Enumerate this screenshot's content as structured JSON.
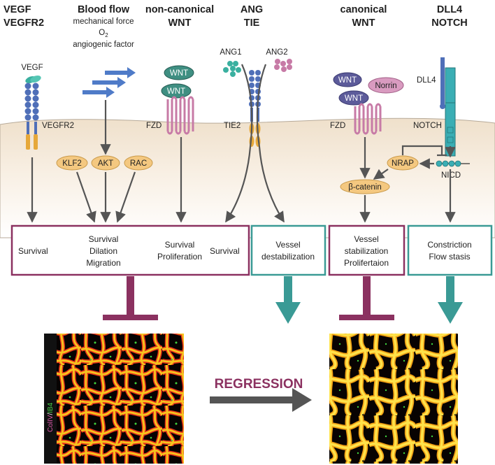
{
  "headers": [
    {
      "line1": "VEGF",
      "line2": "VEGFR2"
    },
    {
      "line1": "Blood flow",
      "sub1": "mechanical force",
      "sub2": "O",
      "sub2_subscript": "2",
      "sub3": "angiogenic factor"
    },
    {
      "line1": "non-canonical",
      "line2": "WNT"
    },
    {
      "line1": "ANG",
      "line2": "TIE"
    },
    {
      "line1": "canonical",
      "line2": "WNT"
    },
    {
      "line1": "DLL4",
      "line2": "NOTCH"
    }
  ],
  "ligands": {
    "vegf": "VEGF",
    "ang1": "ANG1",
    "ang2": "ANG2",
    "wnt_noncanonical_top": "WNT",
    "wnt_noncanonical_bottom": "WNT",
    "wnt_canonical_top": "WNT",
    "wnt_canonical_bottom": "WNT",
    "norrin": "Norrin",
    "dll4": "DLL4"
  },
  "receptors": {
    "vegfr2": "VEGFR2",
    "fzd_noncanonical": "FZD",
    "tie2": "TIE2",
    "fzd_canonical": "FZD",
    "notch": "NOTCH"
  },
  "intracellular": {
    "klf2": "KLF2",
    "akt": "AKT",
    "rac": "RAC",
    "nrap": "NRAP",
    "nicd": "NICD",
    "beta_catenin": "β-catenin"
  },
  "outcomes": {
    "survival_1": "Survival",
    "survival_2_lines": [
      "Survival",
      "Dilation",
      "Migration"
    ],
    "survival_3_lines": [
      "Survival",
      "Proliferation"
    ],
    "survival_4": "Survival",
    "destab_lines": [
      "Vessel",
      "destabilization"
    ],
    "stab_lines": [
      "Vessel",
      "stabilization",
      "Prolifertaion"
    ],
    "constrict_lines": [
      "Constriction",
      "Flow stasis"
    ]
  },
  "regression_label": "REGRESSION",
  "stain_label": {
    "part1": "ColIV",
    "separator": "/",
    "part2": "IB4"
  },
  "colors": {
    "maroon": "#8b3160",
    "teal": "#3a9a95",
    "arrow_gray": "#555555",
    "receptor_blue": "#4f6fb8",
    "receptor_pink": "#c77aa6",
    "pill_orange": "#f4c880",
    "wnt_teal": "#3f8f82",
    "wnt_purple": "#5c5b9a",
    "cell_background": "#f6ecde"
  }
}
